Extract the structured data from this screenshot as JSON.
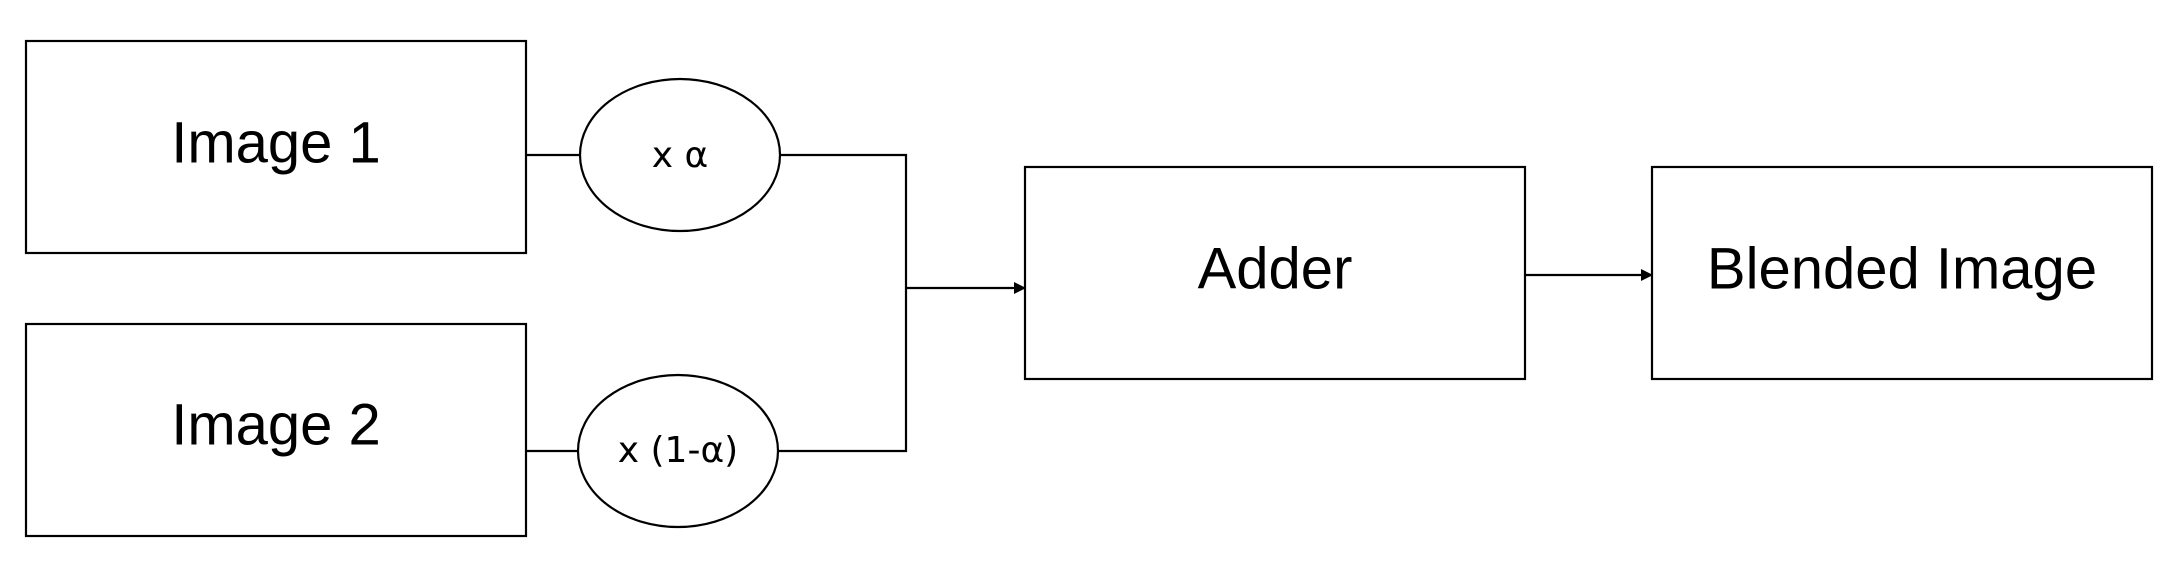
{
  "diagram": {
    "image1": {
      "label": "Image 1"
    },
    "image2": {
      "label": "Image 2"
    },
    "multiplier1": {
      "label": "x α"
    },
    "multiplier2": {
      "label": "x (1-α)"
    },
    "adder": {
      "label": "Adder"
    },
    "output": {
      "label": "Blended Image"
    }
  }
}
